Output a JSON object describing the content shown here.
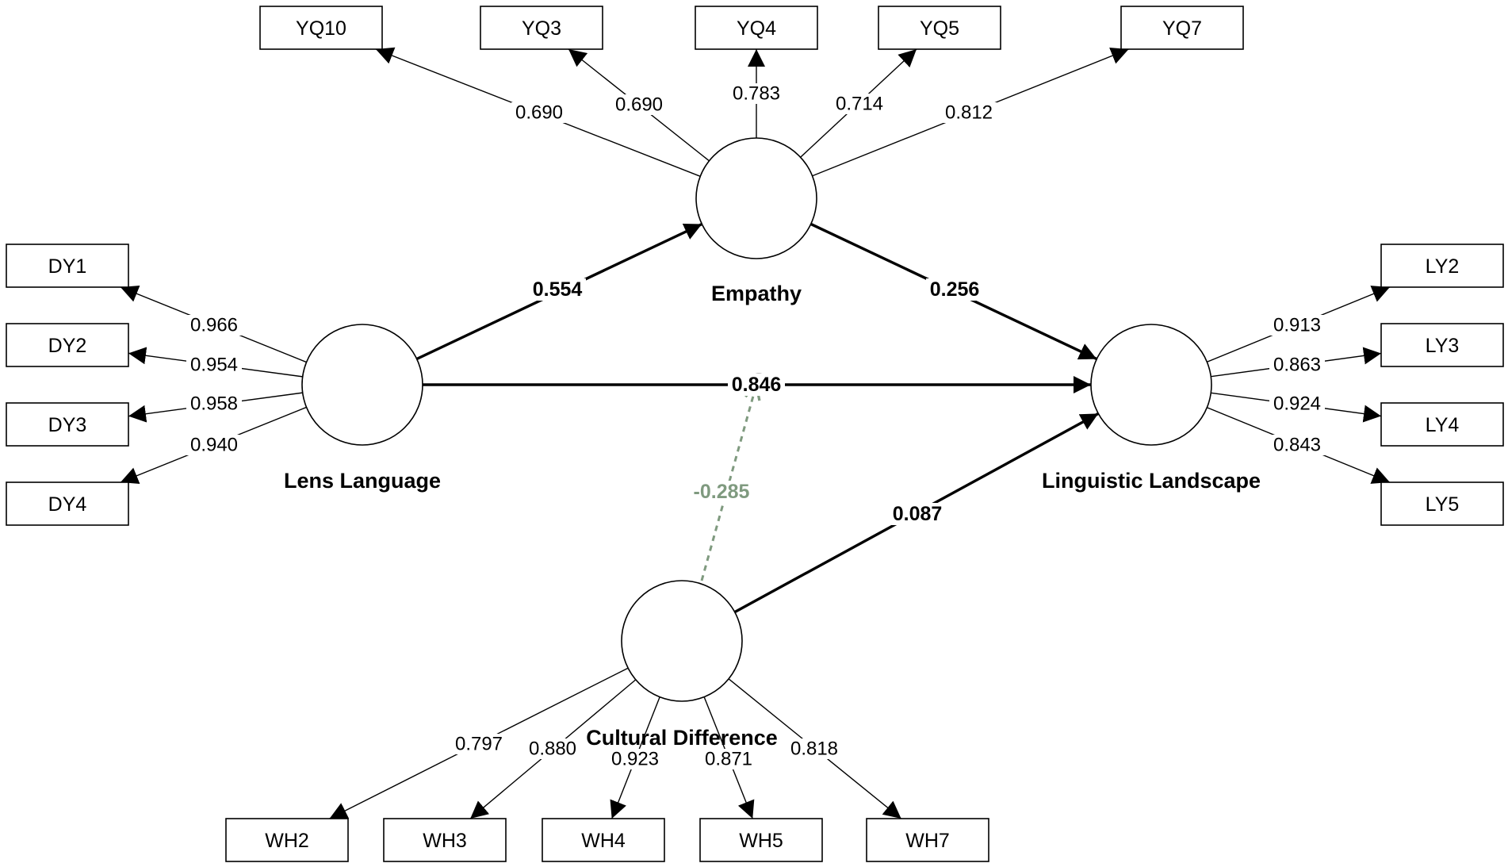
{
  "colors": {
    "line": "#000000",
    "moderator": "#7f9a7f",
    "background": "#ffffff"
  },
  "latents": [
    {
      "id": "lens",
      "label": "Lens Language"
    },
    {
      "id": "emp",
      "label": "Empathy"
    },
    {
      "id": "ling",
      "label": "Linguistic Landscape"
    },
    {
      "id": "cult",
      "label": "Cultural Difference"
    }
  ],
  "indicators": [
    {
      "id": "YQ10",
      "latent": "emp",
      "loading": "0.690"
    },
    {
      "id": "YQ3",
      "latent": "emp",
      "loading": "0.690"
    },
    {
      "id": "YQ4",
      "latent": "emp",
      "loading": "0.783"
    },
    {
      "id": "YQ5",
      "latent": "emp",
      "loading": "0.714"
    },
    {
      "id": "YQ7",
      "latent": "emp",
      "loading": "0.812"
    },
    {
      "id": "DY1",
      "latent": "lens",
      "loading": "0.966"
    },
    {
      "id": "DY2",
      "latent": "lens",
      "loading": "0.954"
    },
    {
      "id": "DY3",
      "latent": "lens",
      "loading": "0.958"
    },
    {
      "id": "DY4",
      "latent": "lens",
      "loading": "0.940"
    },
    {
      "id": "LY2",
      "latent": "ling",
      "loading": "0.913"
    },
    {
      "id": "LY3",
      "latent": "ling",
      "loading": "0.863"
    },
    {
      "id": "LY4",
      "latent": "ling",
      "loading": "0.924"
    },
    {
      "id": "LY5",
      "latent": "ling",
      "loading": "0.843"
    },
    {
      "id": "WH2",
      "latent": "cult",
      "loading": "0.797"
    },
    {
      "id": "WH3",
      "latent": "cult",
      "loading": "0.880"
    },
    {
      "id": "WH4",
      "latent": "cult",
      "loading": "0.923"
    },
    {
      "id": "WH5",
      "latent": "cult",
      "loading": "0.871"
    },
    {
      "id": "WH7",
      "latent": "cult",
      "loading": "0.818"
    }
  ],
  "paths": [
    {
      "from": "lens",
      "to": "emp",
      "coef": "0.554"
    },
    {
      "from": "emp",
      "to": "ling",
      "coef": "0.256"
    },
    {
      "from": "lens",
      "to": "ling",
      "coef": "0.846"
    },
    {
      "from": "cult",
      "to": "ling",
      "coef": "0.087"
    }
  ],
  "moderation": {
    "from": "cult",
    "onPath": "lens-ling",
    "coef": "-0.285"
  }
}
